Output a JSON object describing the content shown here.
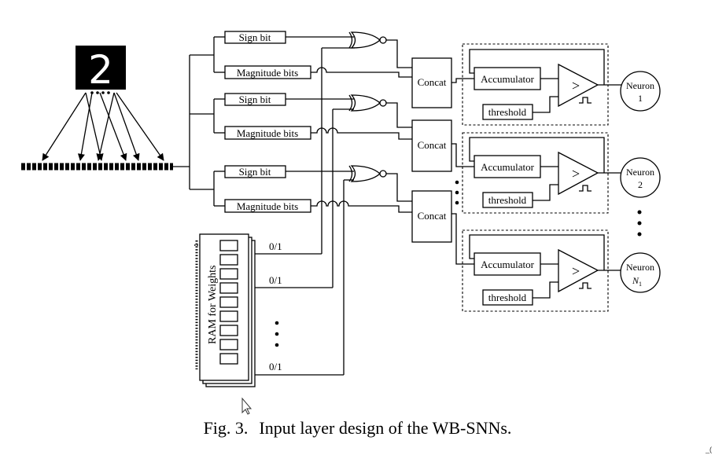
{
  "blocks": {
    "sign_bit": "Sign bit",
    "magnitude_bits": "Magnitude bits",
    "concat": "Concat",
    "accumulator": "Accumulator",
    "threshold": "threshold",
    "comparator_symbol": ">",
    "ram": "RAM for Weights"
  },
  "neurons": [
    {
      "label": "Neuron",
      "index": "1"
    },
    {
      "label": "Neuron",
      "index": "2"
    },
    {
      "label": "Neuron",
      "index": "N",
      "index_sub": "1"
    }
  ],
  "ram_outputs": [
    "0/1",
    "0/1",
    "0/1"
  ],
  "input_image": {
    "digit": "2"
  },
  "caption": {
    "label": "Fig. 3.",
    "text": "Input layer design of the WB-SNNs."
  },
  "corner_mark": "_("
}
